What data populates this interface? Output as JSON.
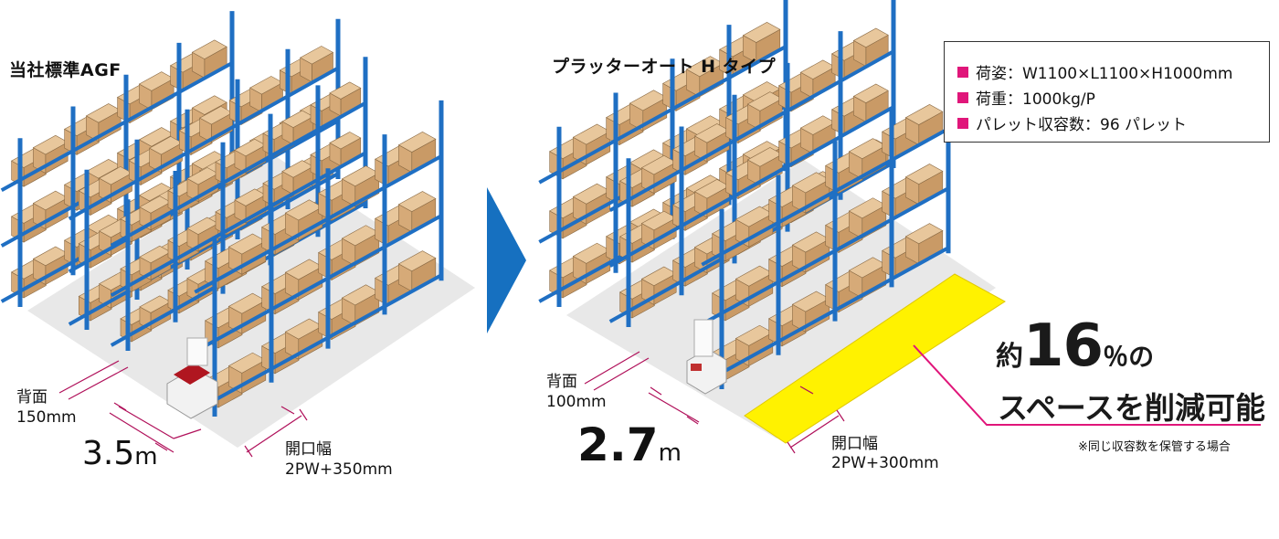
{
  "colors": {
    "rack_blue": "#1f6fc3",
    "box_tan": "#d6aa78",
    "floor_gray": "#e6e6e6",
    "arrow_blue": "#1670c0",
    "accent_magenta": "#e0167a",
    "freed_yellow": "#fff200"
  },
  "left": {
    "title": "当社標準AGF",
    "back_label": "背面",
    "back_value": "150mm",
    "width_value": "3.5",
    "width_unit": "m",
    "opening_label": "開口幅",
    "opening_value": "2PW+350mm"
  },
  "right": {
    "title": "プラッターオート H タイプ",
    "back_label": "背面",
    "back_value": "100mm",
    "width_value": "2.7",
    "width_unit": "m",
    "opening_label": "開口幅",
    "opening_value": "2PW+300mm"
  },
  "specs": {
    "marker_color": "#e0167a",
    "items": [
      "荷姿：W1100×L1100×H1000mm",
      "荷重：1000kg/P",
      "パレット収容数：96 パレット"
    ]
  },
  "headline": {
    "prefix": "約",
    "number": "16",
    "suffix": "％の",
    "line2": "スペースを削減可能",
    "note": "※同じ収容数を保管する場合"
  },
  "icons": {
    "direction_arrow": "chevron-right-icon"
  }
}
